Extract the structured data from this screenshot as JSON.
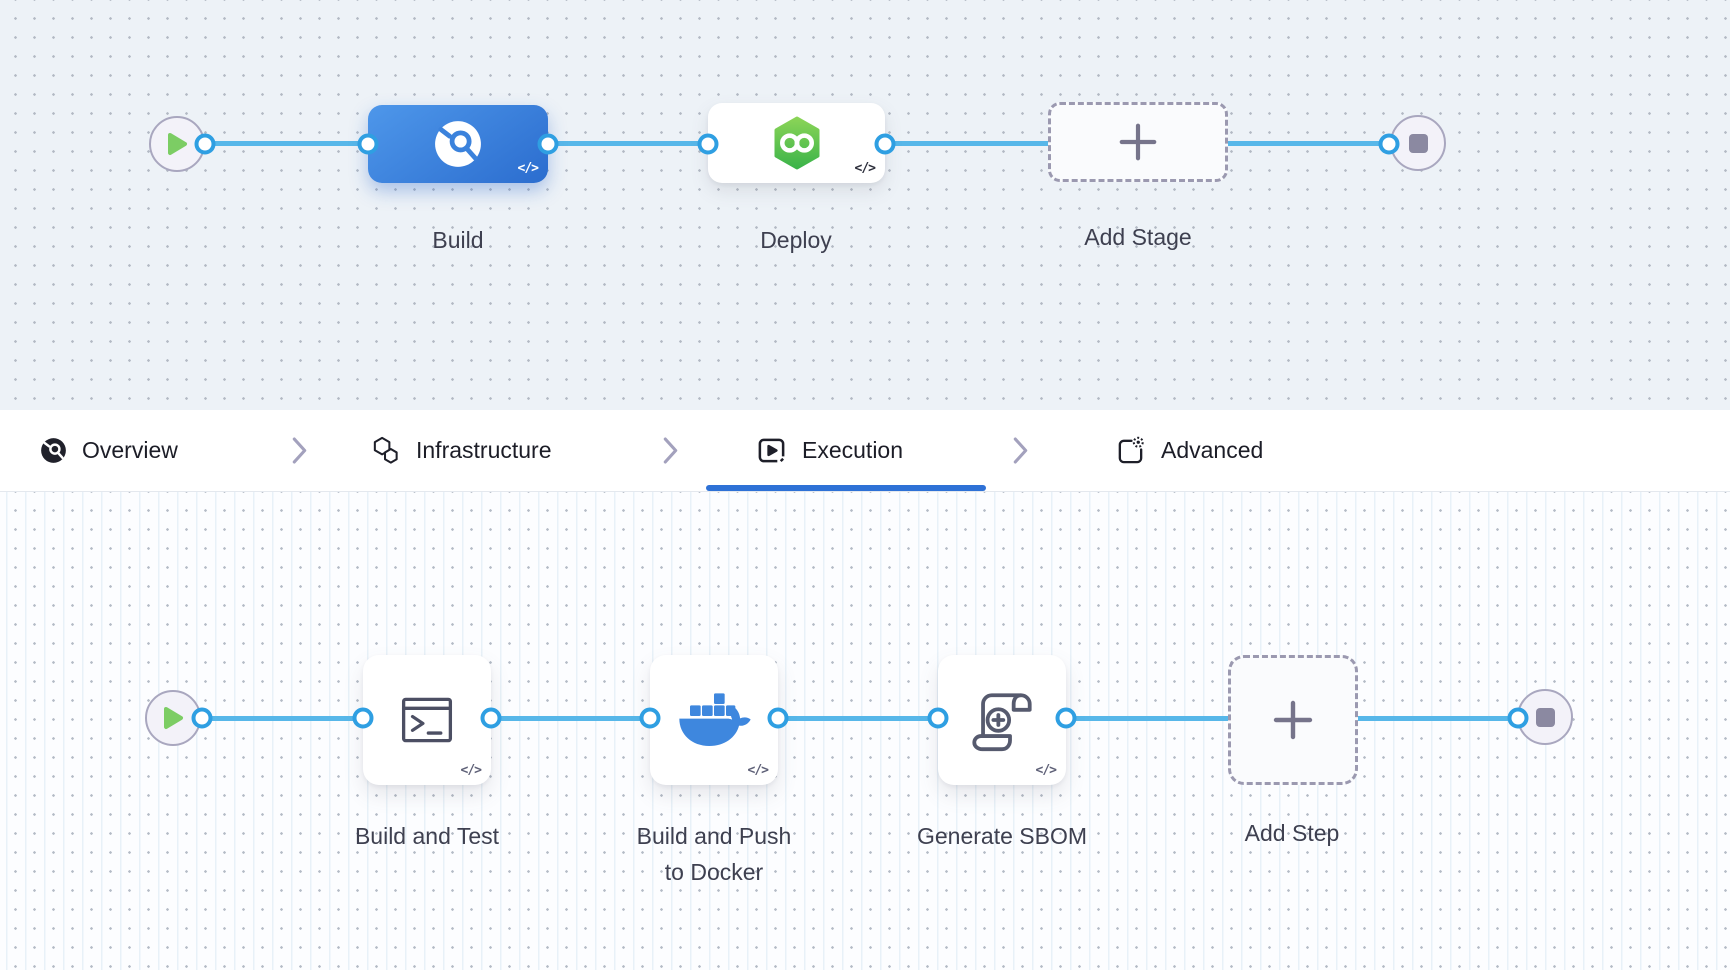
{
  "stage_pipeline": {
    "stages": [
      {
        "label": "Build",
        "icon": "ci-build-icon",
        "code_badge": "</>"
      },
      {
        "label": "Deploy",
        "icon": "cd-deploy-icon",
        "code_badge": "</>"
      },
      {
        "label": "Add Stage",
        "icon": "plus-icon"
      }
    ]
  },
  "tab_bar": {
    "tabs": [
      {
        "label": "Overview",
        "icon": "overview-icon",
        "active": false
      },
      {
        "label": "Infrastructure",
        "icon": "infrastructure-hexagons-icon",
        "active": false
      },
      {
        "label": "Execution",
        "icon": "execution-play-square-icon",
        "active": true
      },
      {
        "label": "Advanced",
        "icon": "advanced-doc-gear-icon",
        "active": false
      }
    ]
  },
  "step_pipeline": {
    "steps": [
      {
        "label": "Build and Test",
        "icon": "terminal-icon",
        "code_badge": "</>"
      },
      {
        "label": "Build and Push to Docker",
        "icon": "docker-whale-icon",
        "code_badge": "</>"
      },
      {
        "label": "Generate SBOM",
        "icon": "sbom-scroll-icon",
        "code_badge": "</>"
      },
      {
        "label": "Add Step",
        "icon": "plus-icon"
      }
    ]
  },
  "colors": {
    "connector_line": "#57b7e9",
    "port_ring": "#2f9fe2",
    "build_stage_blue": "#3b82dc",
    "deploy_green": "#5fc24d",
    "play_green": "#7ccd64",
    "active_tab_underline": "#2e71d6",
    "canvas_top_bg": "#edf2f7",
    "canvas_bottom_bg": "#fcfdff"
  }
}
